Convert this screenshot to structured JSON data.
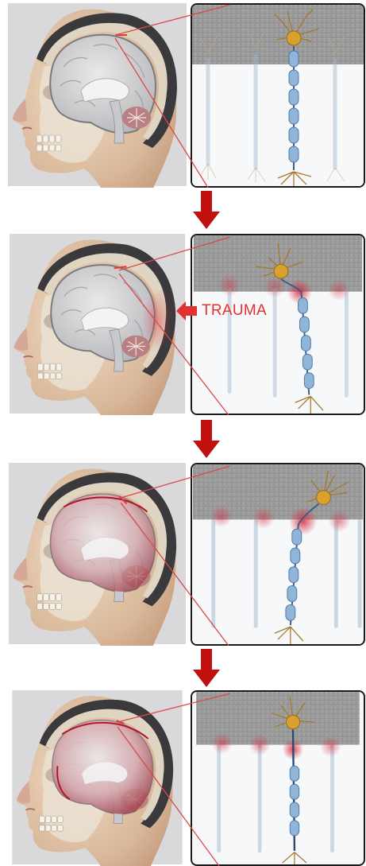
{
  "figure": {
    "stages": [
      {
        "id": "stage-1-healthy"
      },
      {
        "id": "stage-2-trauma"
      },
      {
        "id": "stage-3-inflammation"
      },
      {
        "id": "stage-4-degeneration"
      }
    ],
    "trauma_label": "TRAUMA",
    "colors": {
      "arrow": "#c0110e",
      "trauma_text": "#e2312e",
      "axon": "#8fb6d8",
      "neuron_body": "#d9a12e",
      "grey_matter": "#9a9a9a",
      "injury": "#d6283a",
      "connector": "#d94a4a"
    }
  }
}
